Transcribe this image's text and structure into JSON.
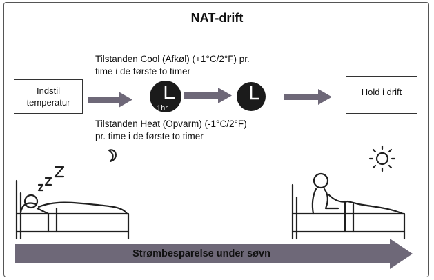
{
  "title": "NAT-drift",
  "cool_text": {
    "line1": "Tilstanden Cool  (Afkøl) (+1°C/2°F) pr.",
    "line2": "time i de første to timer"
  },
  "heat_text": {
    "line1": "Tilstanden Heat  (Opvarm) (-1°C/2°F)",
    "line2": "pr. time i de første to timer"
  },
  "input_box": {
    "line1": "Indstil",
    "line2": "temperatur"
  },
  "clock1_label": "1hr",
  "hold_box": "Hold i drift",
  "bottom_bar": "Strømbesparelse under søvn",
  "colors": {
    "arrow": "#6e6878",
    "clock": "#1b1b1b",
    "outline": "#333333"
  },
  "icons": [
    "clock-icon",
    "moon-icon",
    "sun-icon",
    "sleeping-person-icon",
    "waking-person-icon",
    "sleep-z-icon"
  ]
}
